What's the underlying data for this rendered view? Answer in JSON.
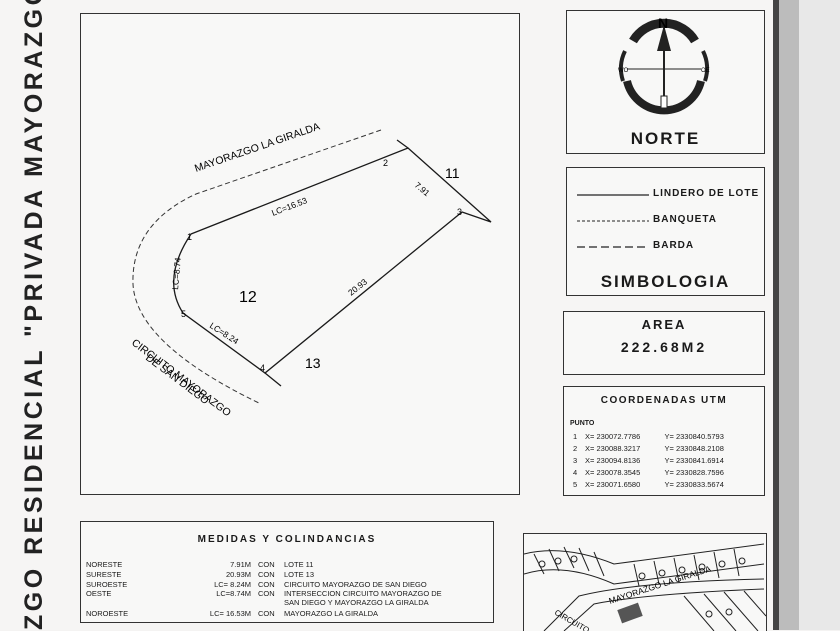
{
  "vertical_title": "ZGO RESIDENCIAL \"PRIVADA MAYORAZGO DE",
  "north": {
    "letter": "N",
    "label": "NORTE",
    "w": "WO",
    "e": "OE"
  },
  "plan": {
    "street_top": "MAYORAZGO LA GIRALDA",
    "street_bottom_1": "CIRCUITO MAYORAZGO",
    "street_bottom_2": "DE SAN DIEGO",
    "lot_main": "12",
    "lot_right_top": "11",
    "lot_right_bottom": "13",
    "points": [
      "1",
      "2",
      "3",
      "4",
      "5"
    ],
    "dims": {
      "lc_top": "LC=16.53",
      "side_23": "7.91",
      "side_34": "20.93",
      "lc_bottom": "LC=8.24",
      "lc_left": "LC=8.74"
    }
  },
  "simbologia": {
    "title": "SIMBOLOGIA",
    "items": [
      "LINDERO DE LOTE",
      "BANQUETA",
      "BARDA"
    ]
  },
  "area": {
    "title": "AREA",
    "value": "222.68M2"
  },
  "coordenadas": {
    "title": "COORDENADAS UTM",
    "punto_label": "PUNTO",
    "rows": [
      {
        "n": "1",
        "x": "230072.7786",
        "y": "2330840.5793"
      },
      {
        "n": "2",
        "x": "230088.3217",
        "y": "2330848.2108"
      },
      {
        "n": "3",
        "x": "230094.8136",
        "y": "2330841.6914"
      },
      {
        "n": "4",
        "x": "230078.3545",
        "y": "2330828.7596"
      },
      {
        "n": "5",
        "x": "230071.6580",
        "y": "2330833.5674"
      }
    ]
  },
  "medidas": {
    "title": "MEDIDAS Y COLINDANCIAS",
    "rows": [
      {
        "dir": "NORESTE",
        "med": "7.91M",
        "con": "CON",
        "col": "LOTE 11"
      },
      {
        "dir": "SURESTE",
        "med": "20.93M",
        "con": "CON",
        "col": "LOTE 13"
      },
      {
        "dir": "SUROESTE",
        "med": "LC= 8.24M",
        "con": "CON",
        "col": "CIRCUITO MAYORAZGO DE SAN DIEGO"
      },
      {
        "dir": "OESTE",
        "med": "LC=8.74M",
        "con": "CON",
        "col": "INTERSECCION CIRCUITO MAYORAZGO DE"
      },
      {
        "dir": "",
        "med": "",
        "con": "",
        "col": "SAN DIEGO Y MAYORAZGO LA GIRALDA"
      },
      {
        "dir": "NOROESTE",
        "med": "LC= 16.53M",
        "con": "CON",
        "col": "MAYORAZGO LA GIRALDA"
      }
    ]
  },
  "thumb": {
    "street_a": "MAYORAZGO LA GIRALDA",
    "street_b": "CIRCUITO"
  }
}
